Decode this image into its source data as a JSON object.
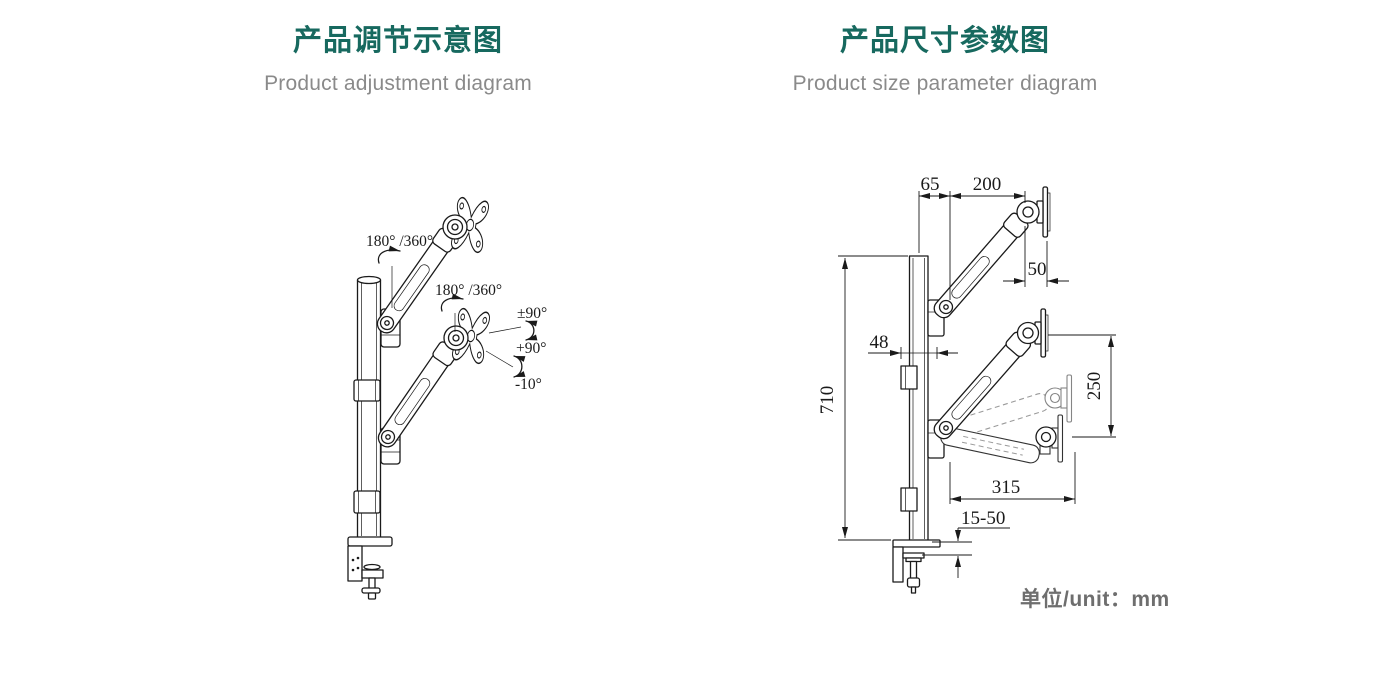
{
  "left_panel": {
    "title": "产品调节示意图",
    "subtitle": "Product adjustment diagram",
    "angles": {
      "arm1_rotation": "180° /360°",
      "arm2_rotation": "180° /360°",
      "vesa_rotation": "±90°",
      "tilt_up": "+90°",
      "tilt_down": "-10°"
    }
  },
  "right_panel": {
    "title": "产品尺寸参数图",
    "subtitle": "Product size parameter diagram",
    "dimensions": {
      "pole_center_to_elbow": "65",
      "arm_reach": "200",
      "head_depth": "50",
      "pole_depth": "48",
      "pole_height": "710",
      "lift_range": "250",
      "horizontal_reach": "315",
      "clamp_thickness_range": "15-50"
    },
    "unit_note": "单位/unit：mm"
  },
  "colors": {
    "title_teal": "#17695f",
    "subtitle_gray": "#8a8a8a",
    "line_black": "#1a1a1a",
    "ghost_gray": "#9a9a9a",
    "unit_gray": "#6e6e6e",
    "background": "#ffffff"
  }
}
